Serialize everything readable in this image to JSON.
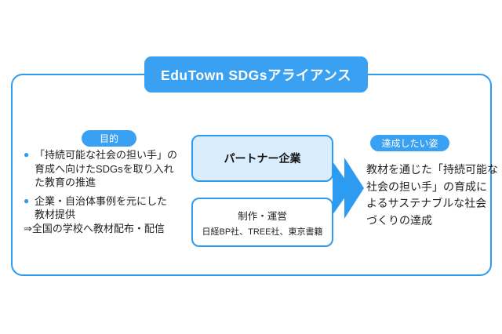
{
  "colors": {
    "accent_blue": "#3aa1f2",
    "border_blue": "#2d9bf0",
    "light_blue_fill": "#daedfc",
    "text": "#222222"
  },
  "title": "EduTown SDGsアライアンス",
  "purpose": {
    "badge": "目的",
    "item1": {
      "bullet": "●",
      "lines": [
        "「持続可能な社会の担い手」の",
        "育成へ向けたSDGsを取り入れ",
        "た教育の推進"
      ]
    },
    "item2": {
      "bullet": "●",
      "lines": [
        "企業・自治体事例を元にした",
        "教材提供"
      ]
    },
    "result_line": "⇒全国の学校へ教材配布・配信"
  },
  "center": {
    "partner_box": "パートナー企業",
    "ops_box": {
      "line1": "制作・運営",
      "line2": "日経BP社、TREE社、東京書籍"
    }
  },
  "goal": {
    "badge": "達成したい姿",
    "text": "教材を通じた「持続可能な\n社会の担い手」の育成に\nよるサステナブルな社会\nづくりの達成"
  }
}
